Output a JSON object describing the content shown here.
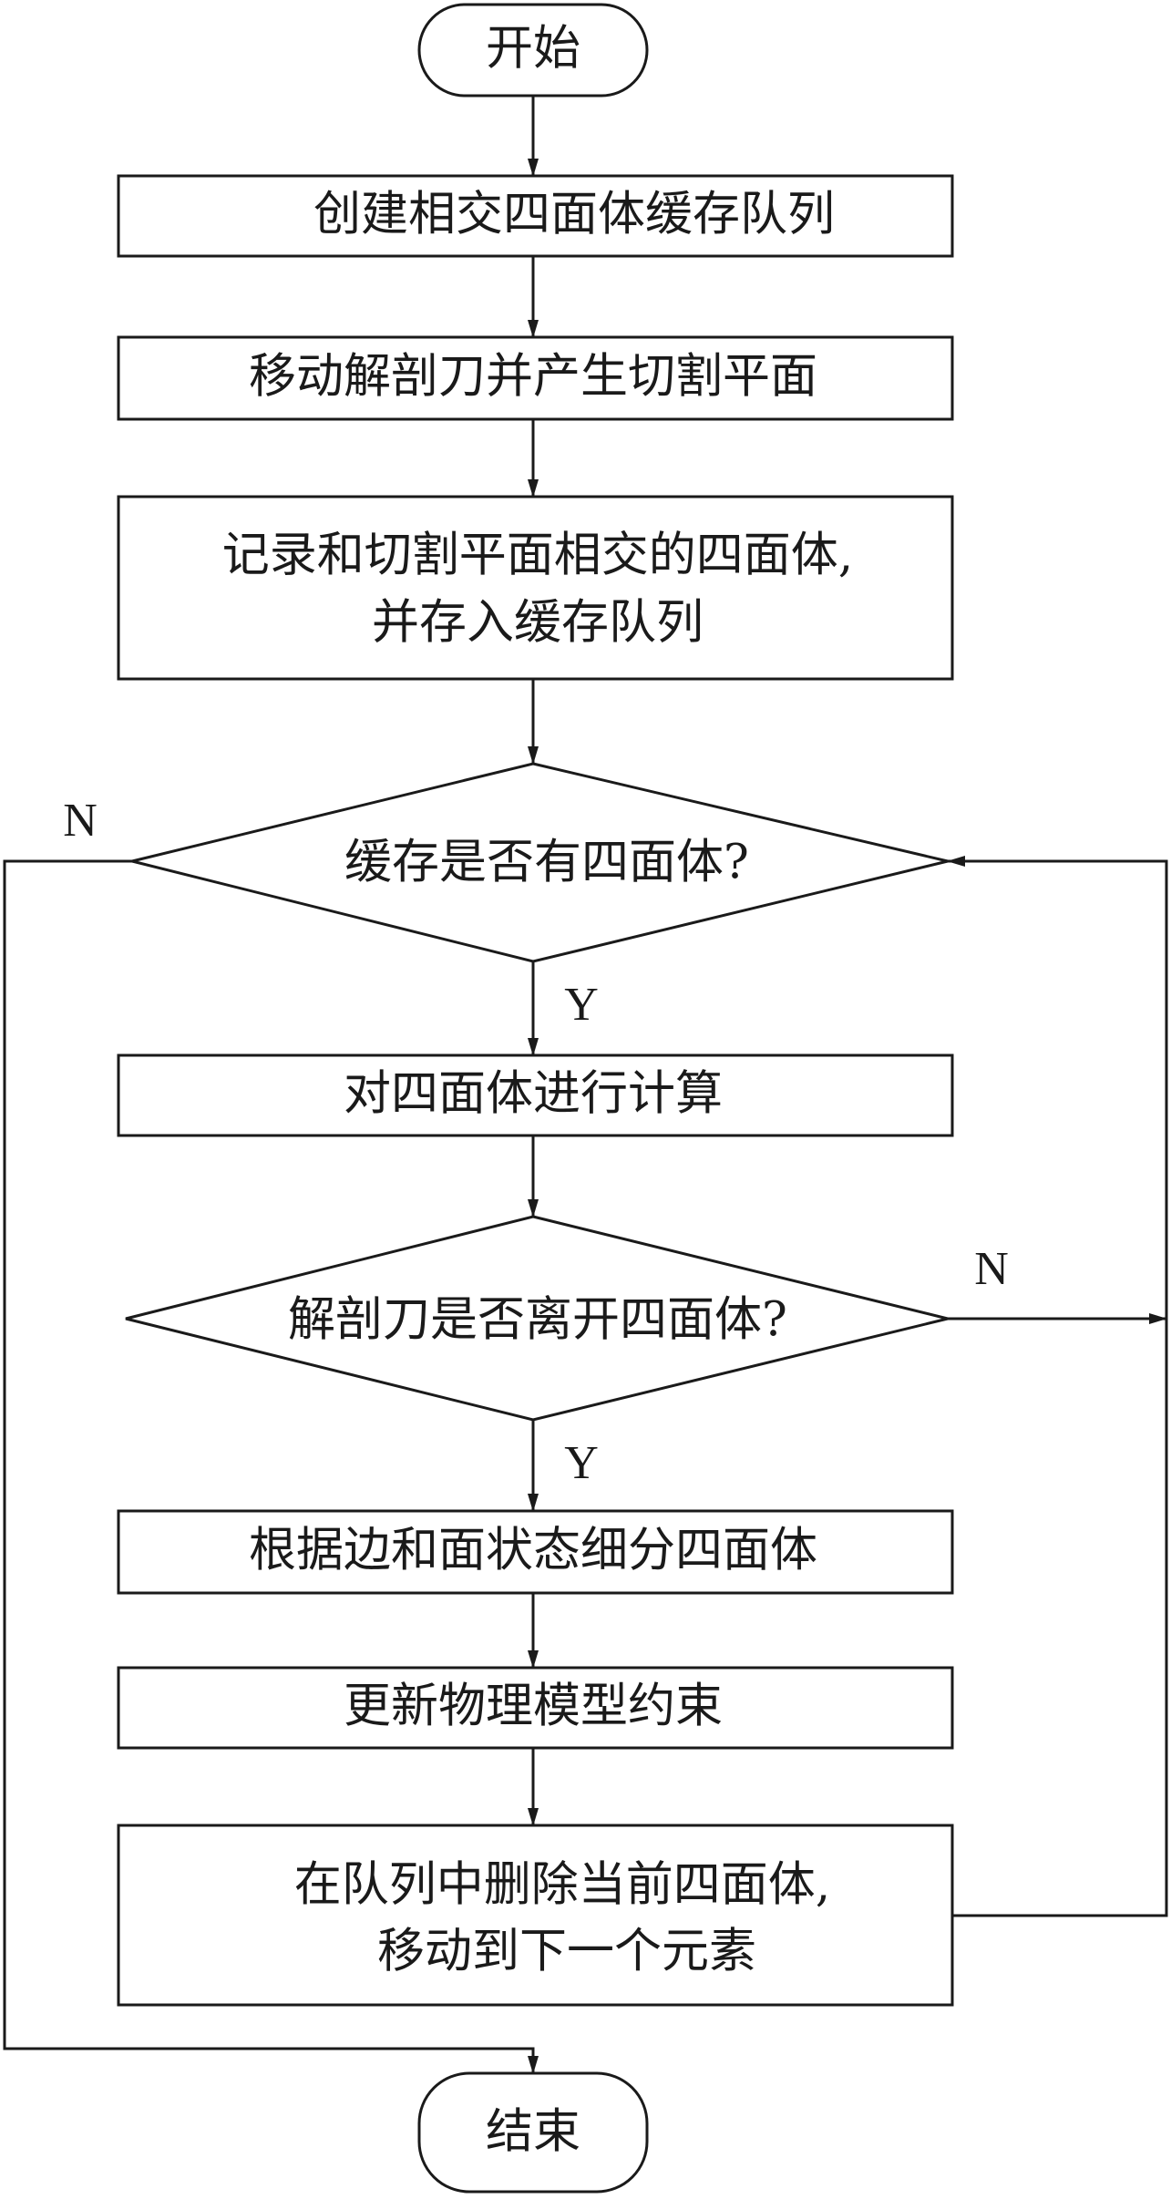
{
  "nodes": {
    "start": "开始",
    "create_queue": "创建相交四面体缓存队列",
    "move_scalpel": "移动解剖刀并产生切割平面",
    "record_line1": "记录和切割平面相交的四面体,",
    "record_line2": "并存入缓存队列",
    "decision_cache": "缓存是否有四面体?",
    "compute": "对四面体进行计算",
    "decision_leave": "解剖刀是否离开四面体?",
    "subdivide": "根据边和面状态细分四面体",
    "update_constraints": "更新物理模型约束",
    "delete_line1": "在队列中删除当前四面体,",
    "delete_line2": "移动到下一个元素",
    "end": "结束"
  },
  "edge_labels": {
    "cache_no": "N",
    "cache_yes": "Y",
    "leave_no": "N",
    "leave_yes": "Y"
  }
}
